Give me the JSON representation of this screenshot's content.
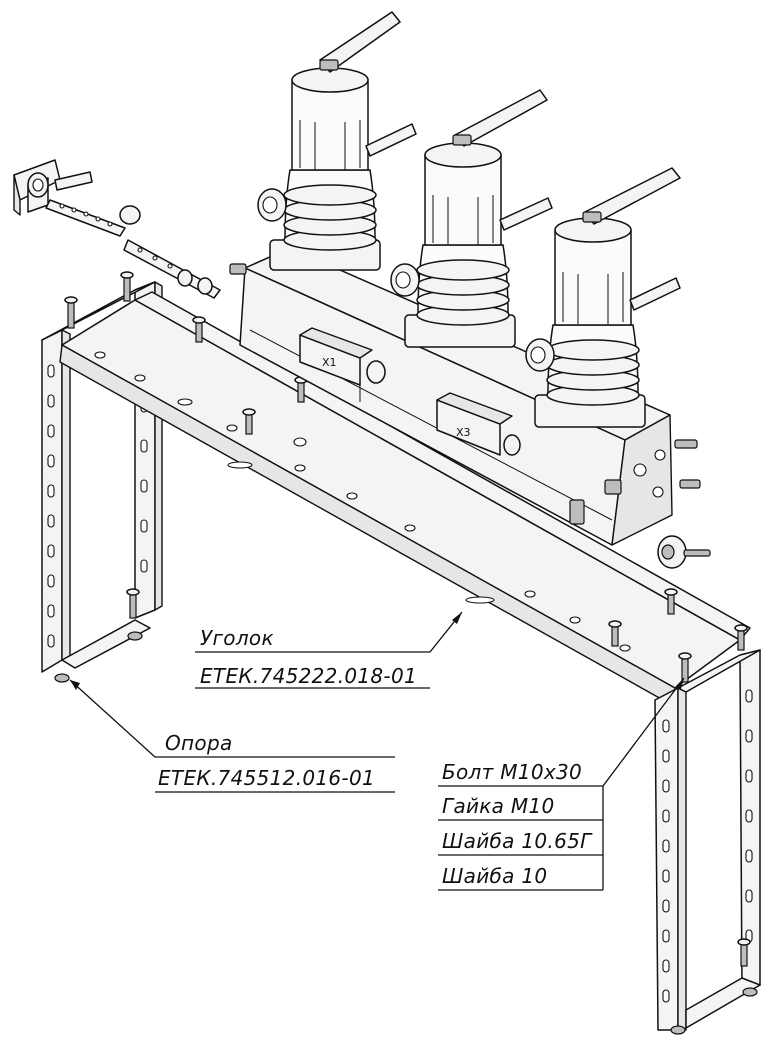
{
  "labels": {
    "angle_name": "Уголок",
    "angle_code": "ЕТЕК.745222.018-01",
    "support_name": "Опора",
    "support_code": "ЕТЕК.745512.016-01",
    "fasteners": [
      "Болт М10х30",
      "Гайка М10",
      "Шайба 10.65Г",
      "Шайба 10"
    ]
  },
  "module_tags": [
    "Х1",
    "Х3"
  ],
  "icons": [
    "switchgear-assembly-drawing"
  ]
}
